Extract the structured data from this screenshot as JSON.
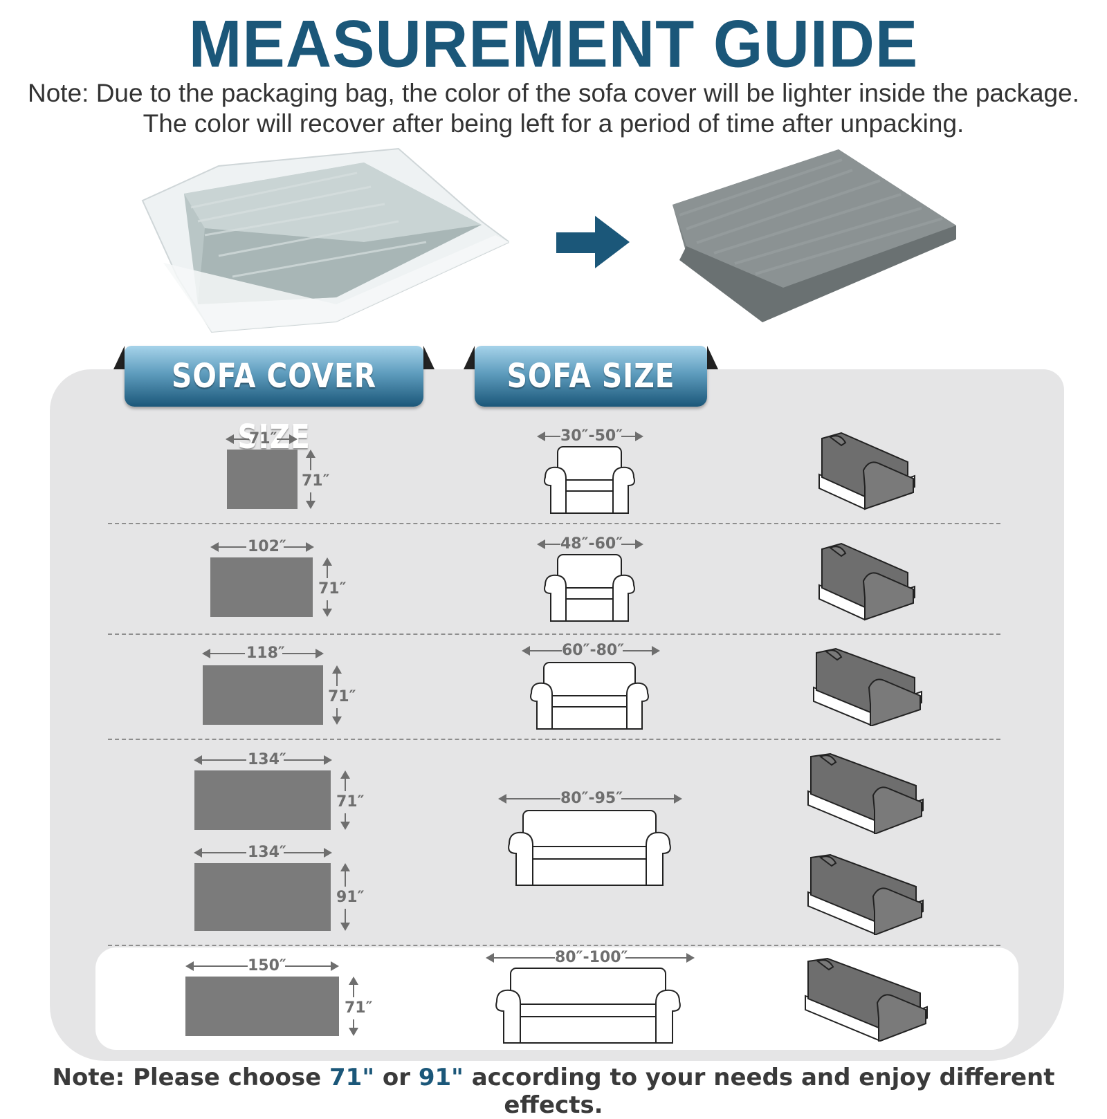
{
  "header": {
    "title": "MEASUREMENT GUIDE",
    "note_line1": "Note: Due to the packaging bag, the color of the sofa cover will be lighter inside the package.",
    "note_line2": "The color will recover after being left for a period of time after unpacking."
  },
  "tabs": {
    "cover": "SOFA COVER SIZE",
    "sofa": "SOFA SIZE"
  },
  "rows": [
    {
      "cover_width": "71″",
      "cover_height": "71″",
      "sofa_size": "30″-50″"
    },
    {
      "cover_width": "102″",
      "cover_height": "71″",
      "sofa_size": "48″-60″"
    },
    {
      "cover_width": "118″",
      "cover_height": "71″",
      "sofa_size": "60″-80″"
    },
    {
      "cover_width": "134″",
      "cover_height": "71″",
      "sofa_size": "80″-95″"
    },
    {
      "cover_width": "134″",
      "cover_height": "91″"
    },
    {
      "cover_width": "150″",
      "cover_height": "71″",
      "sofa_size": "80″-100″"
    }
  ],
  "footer": {
    "part1": "Note: Please choose ",
    "opt1": "71\"",
    "part2": " or ",
    "opt2": "91\"",
    "part3": " according to your needs and enjoy different effects."
  },
  "colors": {
    "brand_blue": "#1b5779",
    "panel_gray": "#e5e5e6",
    "cover_gray": "#7b7b7b"
  }
}
